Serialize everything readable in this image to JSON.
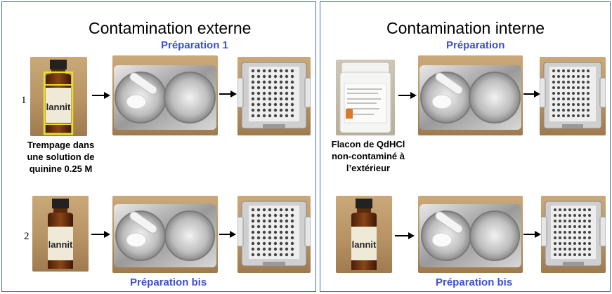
{
  "left_panel": {
    "title": "Contamination externe",
    "top_subtitle": "Préparation 1",
    "bottom_subtitle": "Préparation bis",
    "row1_label": "1",
    "row2_label": "2",
    "bottle_label": "lannit",
    "caption_lines": [
      "Trempage dans",
      "une solution de",
      "quinine 0.25 M"
    ]
  },
  "right_panel": {
    "title": "Contamination interne",
    "top_subtitle": "Préparation",
    "bottom_subtitle": "Préparation bis",
    "bottle_label": "lannit",
    "caption_lines": [
      "Flacon de QdHCl",
      "non-contaminé à",
      "l’extérieur"
    ]
  },
  "colors": {
    "border": "#4a6fa5",
    "subtitle": "#3b4fd8",
    "wood": "#b89364",
    "bottle": "#7a3a12",
    "highlight": "#e8e020"
  },
  "icons": [
    "bottle-photo",
    "mortar-pestle-photo",
    "capsule-machine-photo",
    "jar-photo",
    "arrow-right-icon"
  ]
}
